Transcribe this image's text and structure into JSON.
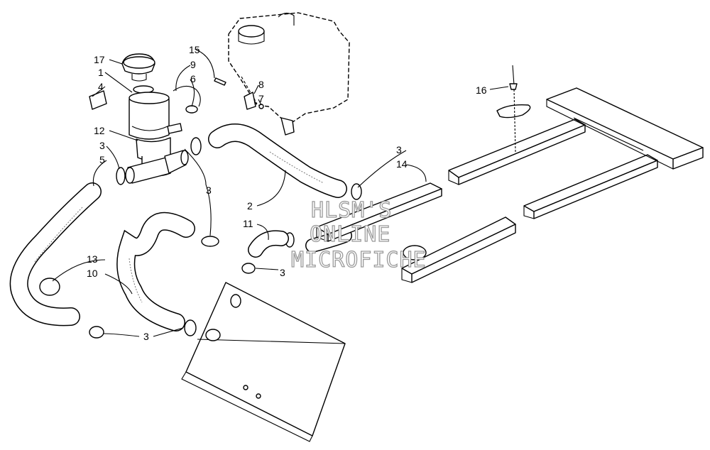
{
  "callouts": {
    "c17": "17",
    "c1": "1",
    "c4": "4",
    "c15": "15",
    "c9": "9",
    "c6": "6",
    "c8": "8",
    "c7": "7",
    "c12": "12",
    "c3a": "3",
    "c5": "5",
    "c3b": "3",
    "c2": "2",
    "c11": "11",
    "c3c": "3",
    "c14": "14",
    "c3d": "3",
    "c13": "13",
    "c10": "10",
    "c3e": "3",
    "c16": "16"
  },
  "watermark": {
    "line1": "HLSM'S",
    "line2": "ONLINE",
    "line3": "MICROFICHE"
  }
}
